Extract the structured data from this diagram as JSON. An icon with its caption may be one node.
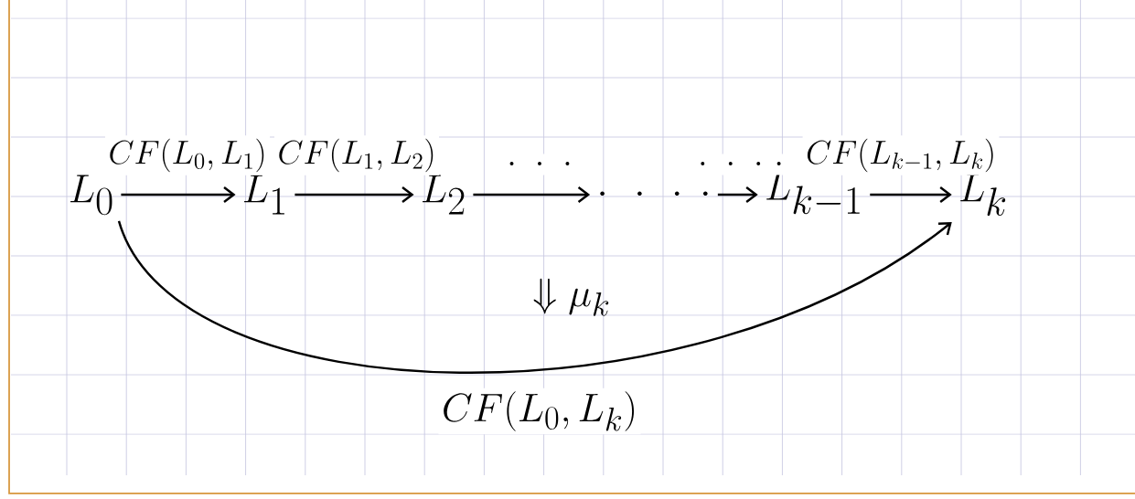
{
  "diagram": {
    "nodes": [
      {
        "text": [
          "L_0"
        ]
      },
      {
        "text": [
          "L_1"
        ]
      },
      {
        "text": [
          "L_2"
        ]
      },
      {
        "text": [
          "\\cdot\\ \\cdot\\ \\cdot\\ \\cdot"
        ]
      },
      {
        "text": [
          "L_{k-1}"
        ]
      },
      {
        "text": [
          "L_k"
        ]
      }
    ],
    "edges": [
      {
        "from": 0,
        "to": 1,
        "arrow": "to",
        "label": "CF(L_0,L_1)"
      },
      {
        "from": 1,
        "to": 2,
        "arrow": "to",
        "label": "CF(L_1,L_2)"
      },
      {
        "from": 2,
        "to": 3,
        "arrow": "to",
        "label": "\\cdot\\ \\cdot\\ \\cdot"
      },
      {
        "from": 3,
        "to": 4,
        "arrow": "to",
        "label": "\\cdot\\ \\cdot\\ \\cdot\\ \\cdot"
      },
      {
        "from": 4,
        "to": 5,
        "arrow": "to",
        "label": "CF(L_{k-1},L_k)"
      },
      {
        "from": 0,
        "to": 5,
        "arrow": "to",
        "label": "CF(L_0,L_k)"
      }
    ],
    "labels": [
      "\\Downarrow \\mu_k"
    ]
  }
}
